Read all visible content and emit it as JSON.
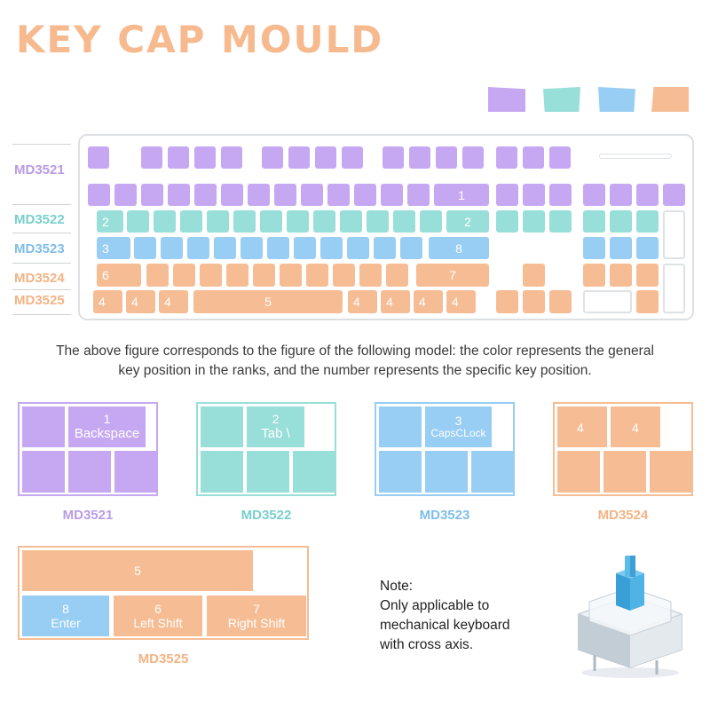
{
  "title": "KEY CAP MOULD",
  "colors": {
    "purple": "#c6a8f2",
    "teal": "#98ded9",
    "blue": "#98cdf4",
    "orange": "#f6bd95",
    "purple_text": "#b99be6",
    "teal_text": "#78d0cb",
    "blue_text": "#7fbde9",
    "orange_text": "#f3b385"
  },
  "rows": {
    "md3521": "MD3521",
    "md3522": "MD3522",
    "md3523": "MD3523",
    "md3524": "MD3524",
    "md3525": "MD3525"
  },
  "keyboard": {
    "k1": "1",
    "k2a": "2",
    "k2b": "2",
    "k3": "3",
    "k8": "8",
    "k6": "6",
    "k7": "7",
    "k4a": "4",
    "k4b": "4",
    "k4c": "4",
    "k5": "5",
    "k4d": "4",
    "k4e": "4",
    "k4f": "4",
    "k4g": "4"
  },
  "description": {
    "line1": "The above figure corresponds to the figure of the following model: the color represents the general",
    "line2": "key position in the ranks, and the number represents the specific key position."
  },
  "panels": {
    "md3521": {
      "num": "1",
      "label": "Backspace",
      "caption": "MD3521"
    },
    "md3522": {
      "num": "2",
      "label": "Tab \\",
      "caption": "MD3522"
    },
    "md3523": {
      "num": "3",
      "label": "CapsCLock",
      "caption": "MD3523"
    },
    "md3524": {
      "num_a": "4",
      "num_b": "4",
      "caption": "MD3524"
    },
    "md3525": {
      "space_num": "5",
      "enter_num": "8",
      "enter_label": "Enter",
      "lshift_num": "6",
      "lshift_label": "Left Shift",
      "rshift_num": "7",
      "rshift_label": "Right Shift",
      "caption": "MD3525"
    }
  },
  "note": {
    "line1": "Note:",
    "line2": "Only applicable to",
    "line3": "mechanical keyboard",
    "line4": "with cross axis."
  },
  "icons": {
    "switch": "mechanical-switch-icon"
  }
}
